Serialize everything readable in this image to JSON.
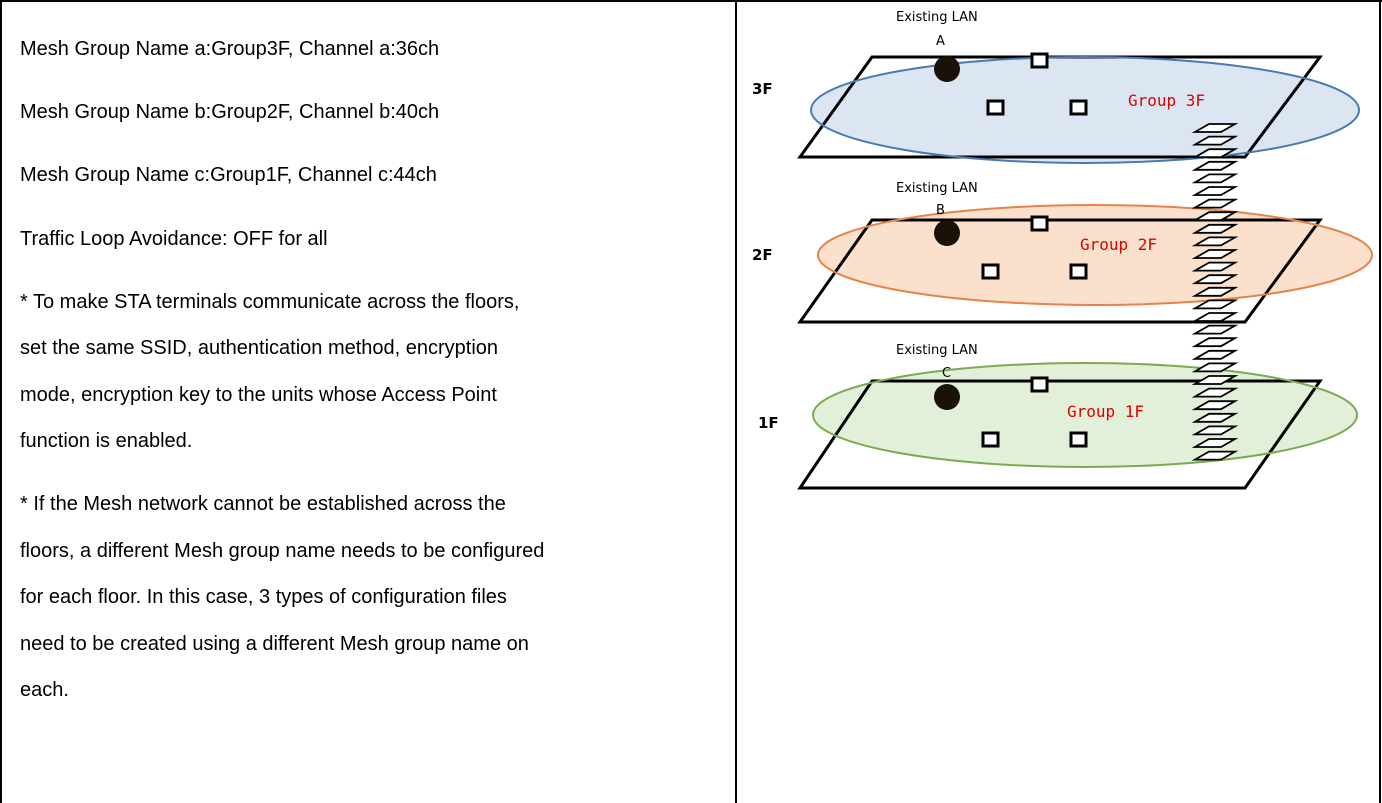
{
  "left_text": {
    "paragraphs": [
      "Mesh Group Name a:Group3F, Channel a:36ch",
      "Mesh Group Name b:Group2F, Channel b:40ch",
      "Mesh Group Name c:Group1F, Channel c:44ch",
      "Traffic Loop Avoidance: OFF for all"
    ],
    "note1_lines": [
      "* To make STA terminals communicate across the floors,",
      "set the same SSID, authentication method, encryption",
      "mode, encryption key to the units whose Access Point",
      "function is enabled."
    ],
    "note2_lines": [
      "* If the Mesh network cannot be established across the",
      "floors, a different Mesh group name needs to be configured",
      "for each floor. In this case, 3 types of configuration files",
      "need to be created using a different Mesh group name on",
      "each."
    ]
  },
  "diagram": {
    "existing_lan_label": "Existing LAN",
    "floors": [
      {
        "floor": "3F",
        "lan_letter": "A",
        "group": "Group 3F",
        "fill": "#dbe6f2",
        "stroke": "#4a7ab0"
      },
      {
        "floor": "2F",
        "lan_letter": "B",
        "group": "Group 2F",
        "fill": "#fbe0cc",
        "stroke": "#e4844a"
      },
      {
        "floor": "1F",
        "lan_letter": "C",
        "group": "Group 1F",
        "fill": "#e2efd9",
        "stroke": "#79ac52"
      }
    ],
    "group_color": "#e00000"
  }
}
